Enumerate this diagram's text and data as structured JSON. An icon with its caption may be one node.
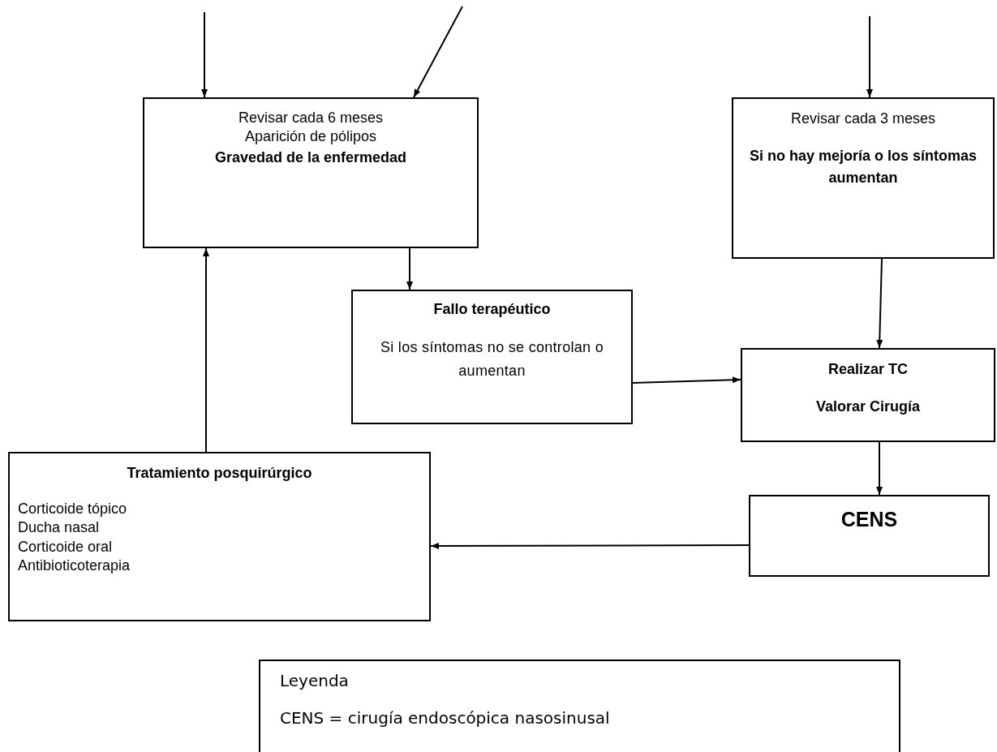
{
  "diagram": {
    "nodes": [
      {
        "text": [
          "Revisar cada 6 meses",
          "Aparición de pólipos",
          "Gravedad de la enfermedad"
        ]
      },
      {
        "text": [
          "Revisar cada 3 meses",
          "Si no hay mejoría o los síntomas aumentan"
        ]
      },
      {
        "text": [
          "Fallo terapéutico",
          "Si los síntomas no se controlan o aumentan"
        ]
      },
      {
        "text": [
          "Realizar TC",
          "Valorar Cirugía"
        ]
      },
      {
        "text": [
          "CENS"
        ]
      },
      {
        "text": [
          "Tratamiento posquirúrgico",
          "Corticoide tópico",
          "Ducha nasal",
          "Corticoide oral",
          "Antibioticoterapia"
        ]
      },
      {
        "text": [
          "Leyenda",
          "CENS = cirugía endoscópica nasosinusal"
        ]
      }
    ],
    "edges": [
      {
        "from": null,
        "to": 0,
        "arrow": "to"
      },
      {
        "from": null,
        "to": 0,
        "arrow": "to"
      },
      {
        "from": null,
        "to": 1,
        "arrow": "to"
      },
      {
        "from": 0,
        "to": 2,
        "arrow": "to"
      },
      {
        "from": 1,
        "to": 3,
        "arrow": "to"
      },
      {
        "from": 2,
        "to": 3,
        "arrow": "to"
      },
      {
        "from": 3,
        "to": 4,
        "arrow": "to"
      },
      {
        "from": 4,
        "to": 5,
        "arrow": "to"
      },
      {
        "from": 5,
        "to": 0,
        "arrow": "to"
      }
    ]
  }
}
